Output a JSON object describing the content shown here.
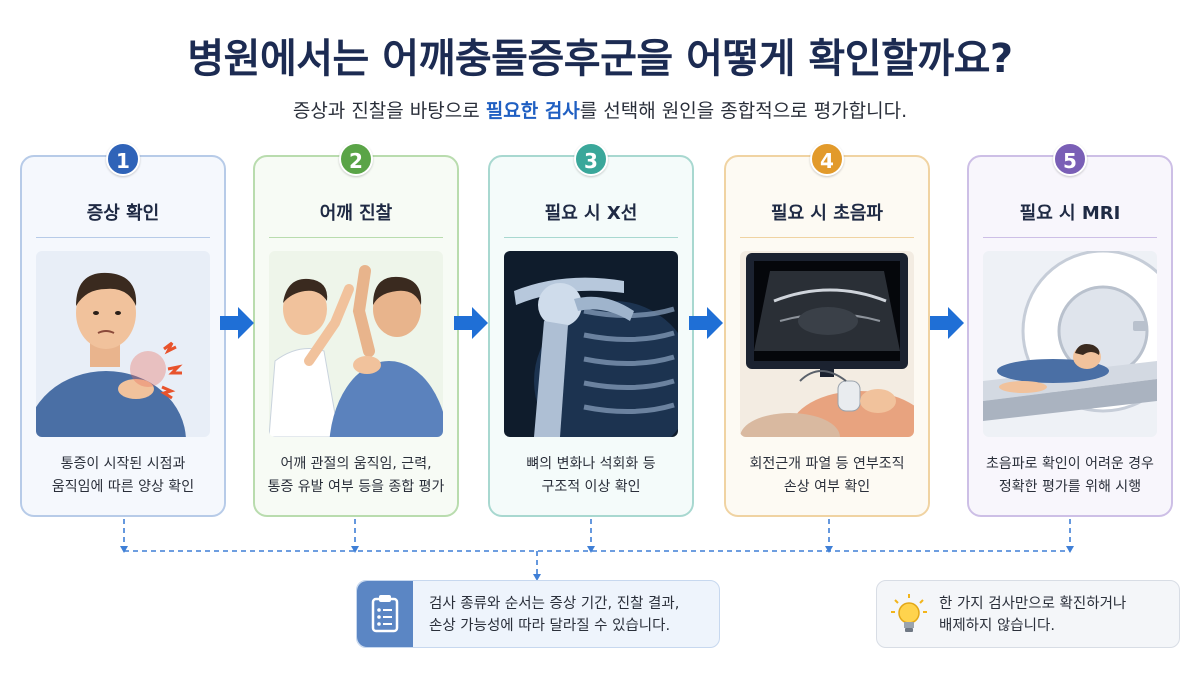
{
  "title": "병원에서는 어깨충돌증후군을 어떻게 확인할까요?",
  "subtitle": {
    "before": "증상과 진찰을 바탕으로 ",
    "highlight": "필요한 검사",
    "after": "를 선택해 원인을 종합적으로 평가합니다."
  },
  "steps": [
    {
      "number": "1",
      "title": "증상 확인",
      "desc1": "통증이 시작된 시점과",
      "desc2": "움직임에 따른 양상 확인",
      "color": "#2f63b8",
      "border": "#b7cbe8",
      "bg": "#f5f8fd"
    },
    {
      "number": "2",
      "title": "어깨 진찰",
      "desc1": "어깨 관절의 움직임, 근력,",
      "desc2": "통증 유발 여부 등을 종합 평가",
      "color": "#5aa447",
      "border": "#b9dcae",
      "bg": "#f7fbf5"
    },
    {
      "number": "3",
      "title": "필요 시 X선",
      "desc1": "뼈의 변화나 석회화 등",
      "desc2": "구조적 이상 확인",
      "color": "#3aa79a",
      "border": "#a8d8d0",
      "bg": "#f4fbfa"
    },
    {
      "number": "4",
      "title": "필요 시 초음파",
      "desc1": "회전근개 파열 등 연부조직",
      "desc2": "손상 여부 확인",
      "color": "#e29a2b",
      "border": "#f0d3a2",
      "bg": "#fdfaf3"
    },
    {
      "number": "5",
      "title": "필요 시 MRI",
      "desc1": "초음파로 확인이 어려운 경우",
      "desc2": "정확한 평가를 위해 시행",
      "color": "#7a5fb6",
      "border": "#cdbfe6",
      "bg": "#f8f6fc"
    }
  ],
  "notes": {
    "main1": "검사 종류와 순서는 증상 기간, 진찰 결과,",
    "main2": "손상 가능성에 따라 달라질 수 있습니다.",
    "tip1": "한 가지 검사만으로 확진하거나",
    "tip2": "배제하지 않습니다."
  },
  "icons": [
    "clipboard-icon",
    "lightbulb-icon",
    "arrow-right-icon"
  ],
  "colors": {
    "title": "#1c2b52",
    "accent": "#1f5fc2",
    "arrow": "#1f6fd6",
    "dashed": "#3f7fd6"
  }
}
